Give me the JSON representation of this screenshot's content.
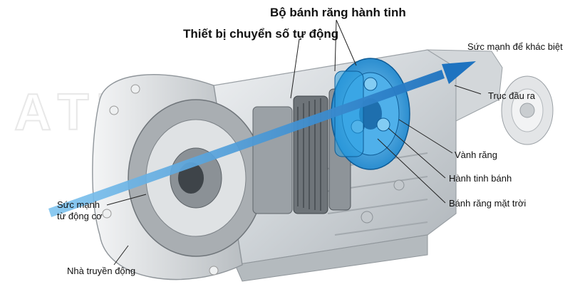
{
  "watermark": "ATTYAUTO",
  "labels": {
    "planetary_gear_set": "Bộ bánh răng hành tinh",
    "automatic_shifter": "Thiết bị chuyển số tự động",
    "power_to_differential": "Sức mạnh để khác biệt",
    "output_shaft": "Trục đầu ra",
    "ring_gear": "Vành răng",
    "planet_gear": "Hành tinh bánh",
    "sun_gear": "Bánh răng mặt trời",
    "engine_power_line1": "Sức mạnh",
    "engine_power_line2": "từ động cơ",
    "transmission_housing": "Nhà truyền động"
  },
  "colors": {
    "power_flow": "#1e88d6",
    "planetary_highlight": "#2a9fe0",
    "housing": "#d9dde0",
    "leader_line": "#222222"
  }
}
